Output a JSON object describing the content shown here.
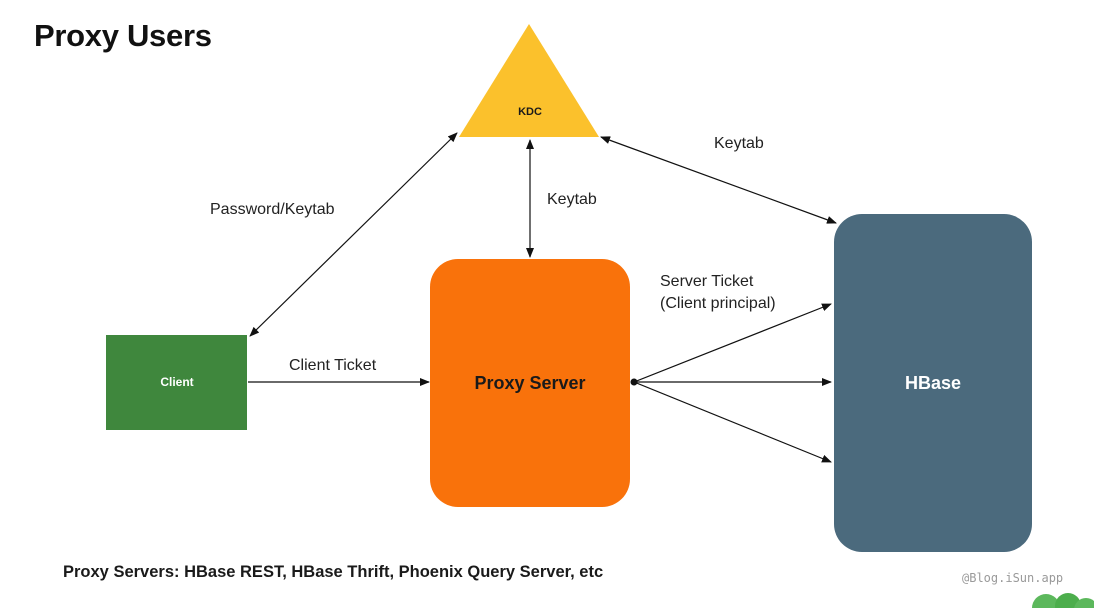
{
  "title": "Proxy Users",
  "nodes": {
    "kdc": "KDC",
    "client": "Client",
    "proxy_server": "Proxy Server",
    "hbase": "HBase"
  },
  "edges": {
    "client_kdc": "Password/Keytab",
    "proxy_kdc": "Keytab",
    "hbase_kdc": "Keytab",
    "client_proxy": "Client Ticket",
    "proxy_hbase_line1": "Server Ticket",
    "proxy_hbase_line2": "(Client principal)"
  },
  "footer": "Proxy Servers: HBase REST, HBase Thrift, Phoenix Query Server, etc",
  "watermark": "@Blog.iSun.app",
  "colors": {
    "kdc": "#fbc12c",
    "client": "#3f873d",
    "proxy_server": "#f9720b",
    "hbase": "#4b6a7d",
    "logo": "#5cb85c"
  }
}
